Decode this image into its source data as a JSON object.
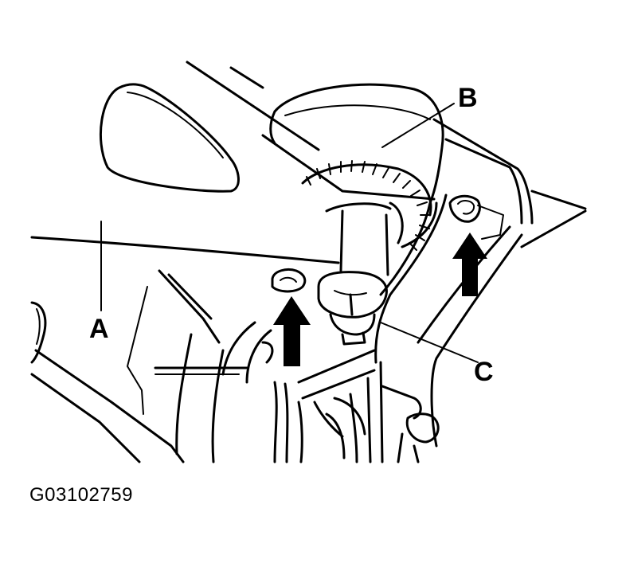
{
  "labels": {
    "a": "A",
    "b": "B",
    "c": "C"
  },
  "figure_id": "G03102759",
  "colors": {
    "ink": "#000000",
    "paper": "#ffffff"
  }
}
